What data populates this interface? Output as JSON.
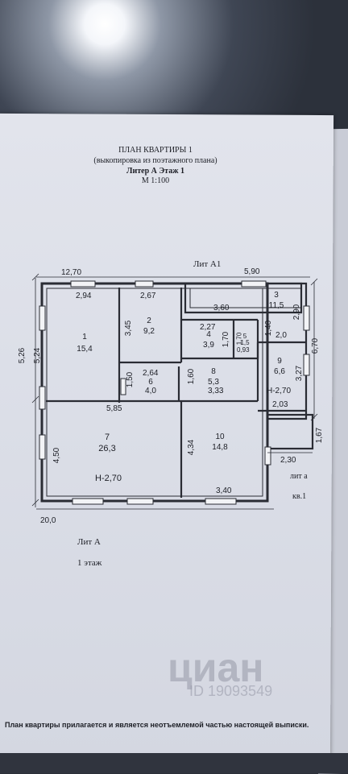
{
  "header": {
    "title": "ПЛАН КВАРТИРЫ 1",
    "subtitle": "(выкопировка из поэтажного плана)",
    "liter_floor": "Литер А  Этаж 1",
    "scale": "М 1:100"
  },
  "labels": {
    "lit_a1": "Лит А1",
    "lit_a": "Лит А",
    "lit_a_small": "лит а",
    "floor": "1 этаж",
    "apartment": "кв.1",
    "height_main": "Н-2,70",
    "height_side": "Н-2,70"
  },
  "dimensions": {
    "top_total": "12,70",
    "top_right": "5,90",
    "left_outer": "5,26",
    "left_inner": "5,24",
    "room1_top": "2,94",
    "room2_top": "2,67",
    "room2_side": "3,45",
    "room3_w": "3,60",
    "room3_h": "2,90",
    "room3_side": "1,40",
    "room4_w": "2,27",
    "room4_h": "1,70",
    "room5_h": "1,70",
    "room5_w": "0,93",
    "room6_w": "2,64",
    "room6_h": "1,50",
    "room8_h": "1,60",
    "room8_w": "3,33",
    "room9_w": "2,0",
    "room9_h": "3,27",
    "right_outer": "6,70",
    "room9_bottom": "2,03",
    "room7_w": "5,85",
    "room7_h": "4,50",
    "room10_h": "4,34",
    "room10_w": "3,40",
    "side_h": "1,67",
    "side_w": "2,30",
    "bottom_total": "20,0"
  },
  "rooms": [
    {
      "num": "1",
      "area": "15,4"
    },
    {
      "num": "2",
      "area": "9,2"
    },
    {
      "num": "3",
      "area": "11,5"
    },
    {
      "num": "4",
      "area": "3,9"
    },
    {
      "num": "5",
      "area": "1,5"
    },
    {
      "num": "6",
      "area": "4,0"
    },
    {
      "num": "7",
      "area": "26,3"
    },
    {
      "num": "8",
      "area": "5,3"
    },
    {
      "num": "9",
      "area": "6,6"
    },
    {
      "num": "10",
      "area": "14,8"
    }
  ],
  "footer": "План квартиры прилагается и является неотъемлемой частью настоящей выписки.",
  "watermark": {
    "brand": "циан",
    "id": "ID 19093549"
  }
}
